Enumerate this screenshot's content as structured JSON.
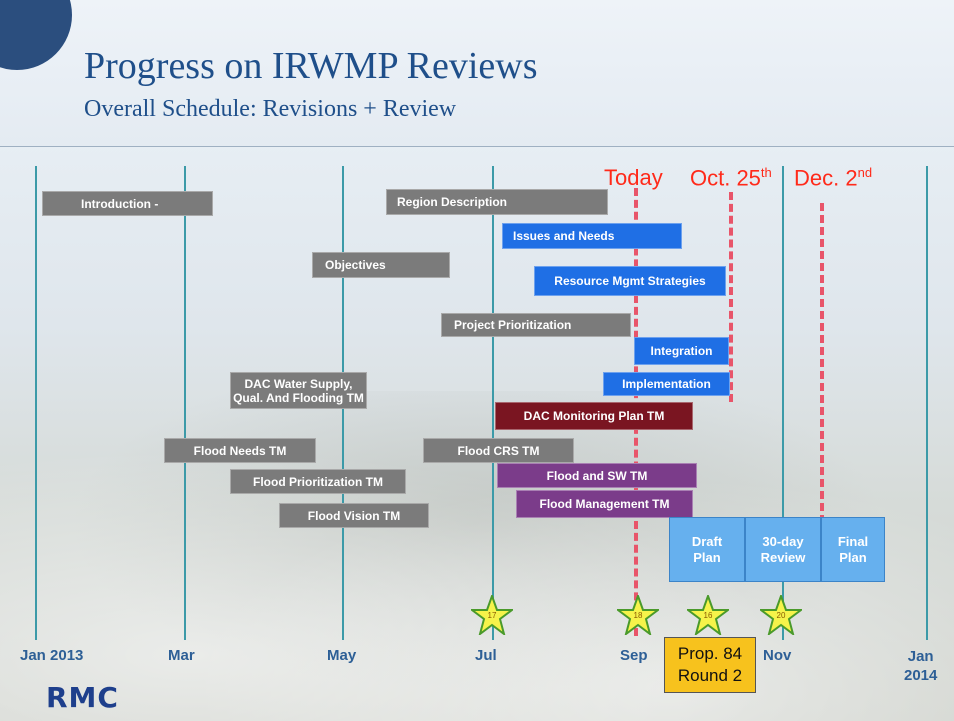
{
  "header": {
    "title": "Progress on IRWMP Reviews",
    "subtitle": "Overall Schedule: Revisions + Review"
  },
  "milestones": {
    "today": "Today",
    "oct25_main": "Oct. 25",
    "oct25_sup": "th",
    "dec2_main": "Dec. 2",
    "dec2_sup": "nd"
  },
  "months": {
    "jan2013": "Jan 2013",
    "mar": "Mar",
    "may": "May",
    "jul": "Jul",
    "sep": "Sep",
    "nov": "Nov",
    "jan2014_line1": "Jan",
    "jan2014_line2": "2014"
  },
  "tasks": {
    "introduction": "Introduction -",
    "region_description": "Region Description",
    "issues_and_needs": "Issues and Needs",
    "objectives": "Objectives",
    "resource_mgmt_strategies": "Resource Mgmt Strategies",
    "project_prioritization": "Project Prioritization",
    "integration": "Integration",
    "dac_water_line1": "DAC Water Supply,",
    "dac_water_line2": "Qual. And Flooding TM",
    "implementation": "Implementation",
    "dac_monitoring_plan": "DAC Monitoring Plan TM",
    "flood_needs": "Flood Needs TM",
    "flood_crs": "Flood CRS TM",
    "flood_and_sw": "Flood and SW TM",
    "flood_prioritization": "Flood Prioritization TM",
    "flood_management": "Flood Management TM",
    "flood_vision": "Flood Vision TM"
  },
  "phases": {
    "draft_line1": "Draft",
    "draft_line2": "Plan",
    "review_line1": "30-day",
    "review_line2": "Review",
    "final_line1": "Final",
    "final_line2": "Plan"
  },
  "stars": {
    "jul": "17",
    "sep": "18",
    "oct": "16",
    "nov": "20"
  },
  "callout": {
    "line1": "Prop. 84",
    "line2": "Round 2"
  },
  "logo": "RMC",
  "colors": {
    "title": "#1f4f8a",
    "gray_bar": "#7b7b7b",
    "blue_bar": "#1f6fe5",
    "purple_bar": "#7b3c8a",
    "maroon_bar": "#7a1521",
    "phase_box": "#66b0ee",
    "milestone_red": "#ff2a1a",
    "month_line": "#3c9aa8",
    "star_fill": "#f6f34a",
    "callout": "#f7c21d"
  }
}
